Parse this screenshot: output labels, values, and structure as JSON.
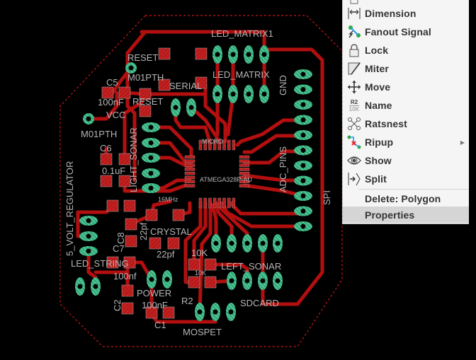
{
  "board": {
    "labels": {
      "led_matrix1": "LED_MATRIX1",
      "reset": "RESET",
      "m01pth_top": "M01PTH",
      "serial": "SERIAL",
      "led_matrix": "LED_MATRIX",
      "gnd": "GND",
      "c5": "C5",
      "c5_value": "100nF",
      "reset2": "RESET",
      "vcc": "VCC",
      "m01pth_left": "M01PTH",
      "c6": "C6",
      "c6_value": "0.1uF",
      "light_sonar": "LIGHT_SONAR",
      "micro": "MICRO",
      "atmega": "ATMEGA328P-AU",
      "mhz16": "16MHz",
      "adc_pins": "ADC_PINS",
      "spi": "SPI",
      "regulator": "5_VOLT_REGULATOR",
      "c8": "C8",
      "c8_value": "22pf",
      "crystal": "CRYSTAL",
      "c9_value": "22pf",
      "c7": "C7",
      "led_string": "LED_STRING",
      "c7_value": "100nf",
      "r10k": "10K",
      "left_sonar": "LEFT_SONAR",
      "r10k2": "10K",
      "power": "POWER",
      "r2": "R2",
      "c2": "C2",
      "c1_value": "100nF",
      "sdcard": "SDCARD",
      "c1": "C1",
      "mospet": "MOSPET"
    },
    "colors": {
      "trace": "#b30f0f",
      "pad": "#c42020",
      "via": "#2fae7a",
      "outline": "#c41818",
      "label": "#b4b4b4"
    }
  },
  "context_menu": {
    "items": [
      {
        "label": "Dimension",
        "icon": "dimension-icon"
      },
      {
        "label": "Fanout Signal",
        "icon": "fanout-signal-icon"
      },
      {
        "label": "Lock",
        "icon": "lock-icon"
      },
      {
        "label": "Miter",
        "icon": "miter-icon"
      },
      {
        "label": "Move",
        "icon": "move-icon"
      },
      {
        "label": "Name",
        "icon": "name-icon",
        "icon_text_top": "R2",
        "icon_text_bottom": "10K"
      },
      {
        "label": "Ratsnest",
        "icon": "ratsnest-icon"
      },
      {
        "label": "Ripup",
        "icon": "ripup-icon",
        "submenu": true
      },
      {
        "label": "Show",
        "icon": "show-icon"
      },
      {
        "label": "Split",
        "icon": "split-icon"
      }
    ],
    "delete_label": "Delete: Polygon",
    "properties_label": "Properties",
    "highlighted": "Properties"
  }
}
